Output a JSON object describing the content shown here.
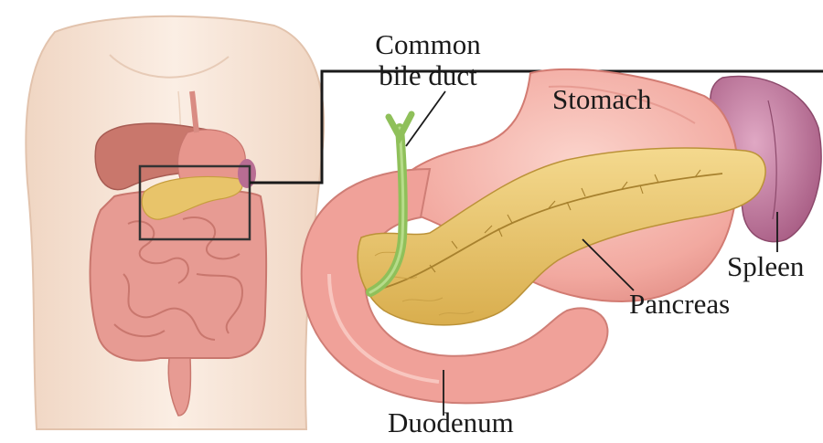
{
  "labels": {
    "common_bile_duct_line1": "Common",
    "common_bile_duct_line2": "bile duct",
    "stomach": "Stomach",
    "spleen": "Spleen",
    "pancreas": "Pancreas",
    "duodenum": "Duodenum"
  },
  "colors": {
    "skin": "#f6e2d2",
    "skin_outline": "#e2c3ad",
    "intestine": "#e79b93",
    "stomach": "#f2a9a0",
    "pancreas": "#e8c46a",
    "spleen": "#b86d93",
    "liver": "#c9776c",
    "bile_duct": "#8fc05a",
    "leader_line": "#1a1a1a"
  }
}
